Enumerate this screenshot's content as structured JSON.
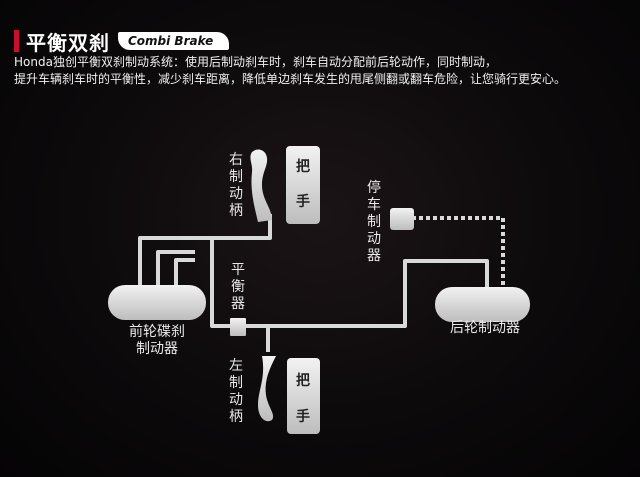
{
  "header": {
    "title": "平衡双刹",
    "badge": "Combi Brake"
  },
  "description": {
    "line1": "Honda独创平衡双刹制动系统：使用后制动刹车时，刹车自动分配前后轮动作，同时制动，",
    "line2": "提升车辆刹车时的平衡性，减少刹车距离，降低单边刹车发生的甩尾侧翻或翻车危险，让您骑行更安心。"
  },
  "diagram": {
    "right_lever": "右制动柄",
    "left_lever": "左制动柄",
    "handle_top_1": "把",
    "handle_top_2": "手",
    "handle_bottom_1": "把",
    "handle_bottom_2": "手",
    "balancer": "平衡器",
    "parking_brake": "停车制动器",
    "front_brake_line1": "前轮碟刹",
    "front_brake_line2": "制动器",
    "rear_brake": "后轮制动器"
  },
  "colors": {
    "accent": "#c8102e",
    "component": "#d9d9d9",
    "background": "#0b090a"
  }
}
